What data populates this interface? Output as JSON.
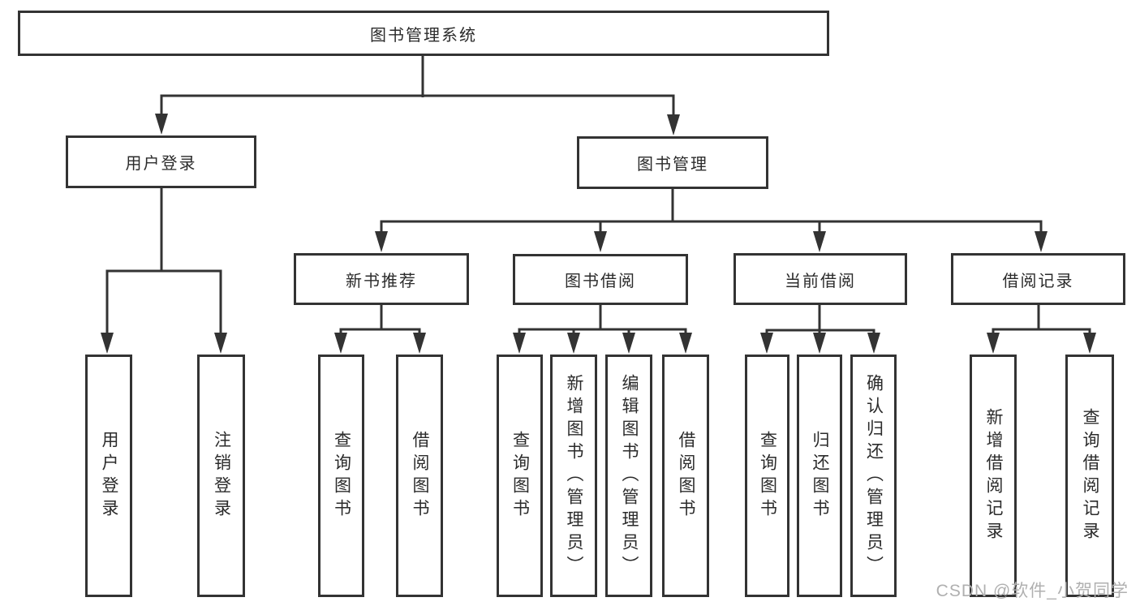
{
  "diagram_type": "hierarchy-tree",
  "tree": {
    "label": "图书管理系统",
    "children": [
      {
        "label": "用户登录",
        "children": [
          {
            "label": "用户登录"
          },
          {
            "label": "注销登录"
          }
        ]
      },
      {
        "label": "图书管理",
        "children": [
          {
            "label": "新书推荐",
            "children": [
              {
                "label": "查询图书"
              },
              {
                "label": "借阅图书"
              }
            ]
          },
          {
            "label": "图书借阅",
            "children": [
              {
                "label": "查询图书"
              },
              {
                "label": "新增图书（管理员）"
              },
              {
                "label": "编辑图书（管理员）"
              },
              {
                "label": "借阅图书"
              }
            ]
          },
          {
            "label": "当前借阅",
            "children": [
              {
                "label": "查询图书"
              },
              {
                "label": "归还图书"
              },
              {
                "label": "确认归还（管理员）"
              }
            ]
          },
          {
            "label": "借阅记录",
            "children": [
              {
                "label": "新增借阅记录"
              },
              {
                "label": "查询借阅记录"
              }
            ]
          }
        ]
      }
    ]
  },
  "watermark": {
    "text": "CSDN @软件_小贺同学"
  },
  "colors": {
    "line": "#333333",
    "box_border": "#333333",
    "text": "#2b2b2b",
    "watermark": "#b0b0b0",
    "background": "#ffffff"
  }
}
